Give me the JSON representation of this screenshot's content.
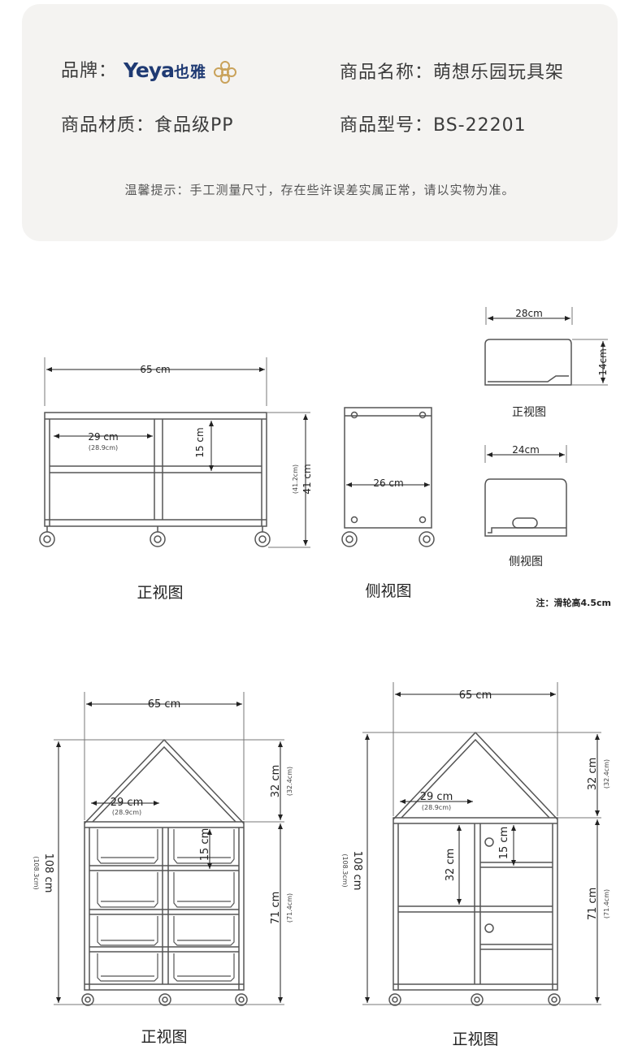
{
  "info": {
    "brand_label": "品牌：",
    "brand_logo_word": "Yeya",
    "brand_logo_cn": "也雅",
    "name_label": "商品名称：",
    "name_value": "萌想乐园玩具架",
    "material_label": "商品材质：",
    "material_value": "食品级PP",
    "model_label": "商品型号：",
    "model_value": "BS-22201",
    "tip": "温馨提示：手工测量尺寸，存在些许误差实属正常，请以实物为准。"
  },
  "top_front": {
    "width": "65 cm",
    "bin": "29 cm",
    "bin_sub": "(28.9cm)",
    "shelf": "15 cm",
    "height": "41 cm",
    "height_sub": "(41.2cm)",
    "caption": "正视图"
  },
  "top_side": {
    "depth": "26 cm",
    "caption": "侧视图"
  },
  "bin_front": {
    "width": "28cm",
    "height": "14cm",
    "caption": "正视图"
  },
  "bin_side": {
    "width": "24cm",
    "caption": "侧视图"
  },
  "note": "注：滑轮高4.5cm",
  "house_left": {
    "width": "65 cm",
    "total": "108 cm",
    "total_sub": "(108.3cm)",
    "roof": "32 cm",
    "roof_sub": "(32.4cm)",
    "body": "71 cm",
    "body_sub": "(71.4cm)",
    "bin": "29 cm",
    "bin_sub": "(28.9cm)",
    "shelf": "15 cm",
    "caption": "正视图"
  },
  "house_right": {
    "width": "65 cm",
    "total": "108 cm",
    "total_sub": "(108.3cm)",
    "roof": "32 cm",
    "roof_sub": "(32.4cm)",
    "body": "71 cm",
    "body_sub": "(71.4cm)",
    "bin": "29 cm",
    "bin_sub": "(28.9cm)",
    "compartment": "32 cm",
    "shelf": "15 cm",
    "caption": "正视图"
  }
}
